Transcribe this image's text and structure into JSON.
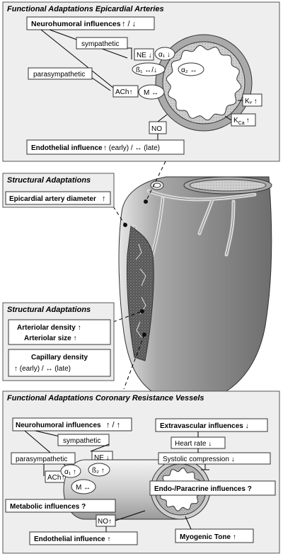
{
  "top": {
    "title": "Functional Adaptations Epicardial Arteries",
    "neurohumoral": "Neurohumoral influences",
    "neurohumoral_arrows": "↑ / ↓",
    "sympathetic": "sympathetic",
    "parasympathetic": "parasympathetic",
    "ne": "NE ↓",
    "alpha1": "α₁ ↓",
    "beta1": "ß₁ ↔/↓",
    "alpha2": "α₂ ↔",
    "ach": "ACh↑",
    "m": "M ↔",
    "kv": "Kᵥ ↑",
    "kca": "K",
    "kca_sub": "Ca",
    "kca_arrow": "↑",
    "no": "NO",
    "endothelial": "Endothelial influence",
    "endothelial_tail": "↑ (early)  /  ↔ (late)"
  },
  "structural_top": {
    "title": "Structural Adaptations",
    "item": "Epicardial artery diameter",
    "item_arrow": "↑"
  },
  "structural_bottom": {
    "title": "Structural Adaptations",
    "density": "Arteriolar density ↑",
    "size": "Arteriolar size ↑",
    "capillary": "Capillary density",
    "capillary_tail": "↑ (early)  /  ↔ (late)"
  },
  "bottom": {
    "title": "Functional Adaptations Coronary Resistance Vessels",
    "neurohumoral": "Neurohumoral influences",
    "neurohumoral_arrows": "↑ / ↑",
    "sympathetic": "sympathetic",
    "parasympathetic": "parasympathetic",
    "ne": "NE ↓",
    "alpha1": "α₁ ↑",
    "beta2": "ß₂ ↑",
    "ach": "ACh↑",
    "m": "M ↔",
    "metabolic": "Metabolic influences ?",
    "no": "NO↑",
    "endothelial": "Endothelial influence ↑",
    "extravascular": "Extravascular influences ↓",
    "heart_rate": "Heart rate ↓",
    "systolic": "Systolic compression ↓",
    "endo_paracrine": "Endo-/Paracrine influences ?",
    "myogenic": "Myogenic Tone ↑"
  }
}
